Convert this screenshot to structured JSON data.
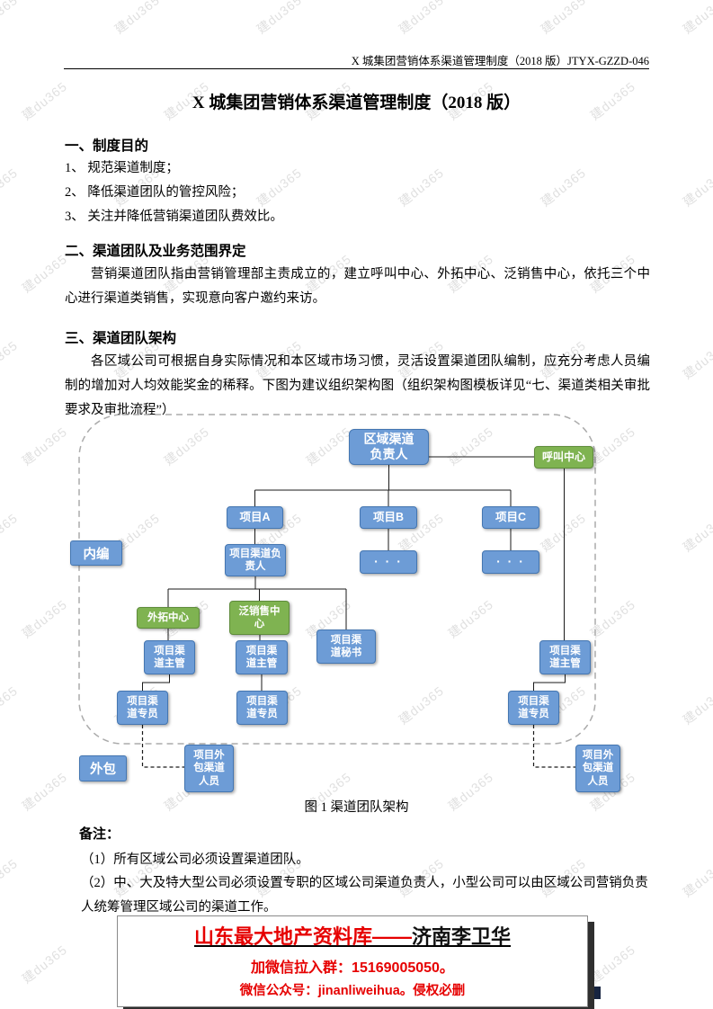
{
  "watermark": {
    "text": "建du365"
  },
  "header": {
    "text": "X 城集团营销体系渠道管理制度（2018 版）JTYX-GZZD-046"
  },
  "title": "X 城集团营销体系渠道管理制度（2018 版）",
  "sections": {
    "purpose": {
      "heading": "一、制度目的",
      "items": [
        "1、 规范渠道制度；",
        "2、 降低渠道团队的管控风险；",
        "3、 关注并降低营销渠道团队费效比。"
      ]
    },
    "scope": {
      "heading": "二、渠道团队及业务范围界定",
      "body": "营销渠道团队指由营销管理部主责成立的，建立呼叫中心、外拓中心、泛销售中心，依托三个中心进行渠道类销售，实现意向客户邀约来访。"
    },
    "structure": {
      "heading": "三、渠道团队架构",
      "body": "各区域公司可根据自身实际情况和本区域市场习惯，灵活设置渠道团队编制，应充分考虑人员编制的增加对人均效能奖金的稀释。下图为建议组织架构图（组织架构图模板详见“七、渠道类相关审批要求及审批流程”）"
    }
  },
  "chart": {
    "caption": "图 1 渠道团队架构",
    "inner_label": "内编",
    "outsourced_label": "外包",
    "nodes": {
      "regional_head": "区域渠道\n负责人",
      "call_center": "呼叫中心",
      "project_a": "项目A",
      "project_b": "项目B",
      "project_c": "项目C",
      "project_channel_head": "项目渠道负\n责人",
      "dots": "· · ·",
      "outreach_center": "外拓中心",
      "pan_sales_center": "泛销售中\n心",
      "channel_secretary": "项目渠\n道秘书",
      "channel_supervisor": "项目渠\n道主管",
      "channel_specialist": "项目渠\n道专员",
      "outsourced_staff": "项目外\n包渠道\n人员"
    },
    "colors": {
      "node_blue": "#6D9CD6",
      "node_blue_border": "#4476B1",
      "node_green": "#7FB351",
      "node_green_border": "#5F8C3B"
    }
  },
  "notes": {
    "heading": "备注：",
    "items": [
      "（1）所有区域公司必须设置渠道团队。",
      "（2）中、大及特大型公司必须设置专职的区域公司渠道负责人，小型公司可以由区域公司营销负责人统筹管理区域公司的渠道工作。"
    ]
  },
  "ad": {
    "line1_red": "山东最大地产资料库——",
    "line1_black": "济南李卫华",
    "line2": "加微信拉入群：15169005050。",
    "line3": "微信公众号：jinanliweihua。侵权必删",
    "accent_red": "#e60000",
    "bar_color": "#172440"
  }
}
